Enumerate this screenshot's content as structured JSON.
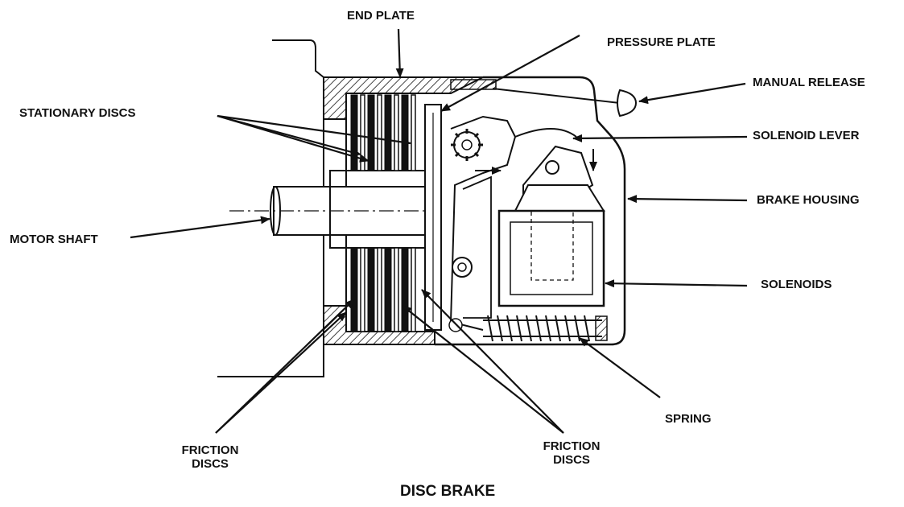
{
  "title": "DISC BRAKE",
  "labels": {
    "end_plate": "END PLATE",
    "pressure_plate": "PRESSURE PLATE",
    "manual_release": "MANUAL RELEASE",
    "stationary_discs": "STATIONARY DISCS",
    "solenoid_lever": "SOLENOID LEVER",
    "brake_housing": "BRAKE HOUSING",
    "motor_shaft": "MOTOR SHAFT",
    "solenoids": "SOLENOIDS",
    "spring": "SPRING",
    "friction_discs_left_1": "FRICTION",
    "friction_discs_left_2": "DISCS",
    "friction_discs_right_1": "FRICTION",
    "friction_discs_right_2": "DISCS"
  },
  "colors": {
    "ink": "#111111",
    "paper": "#ffffff"
  }
}
